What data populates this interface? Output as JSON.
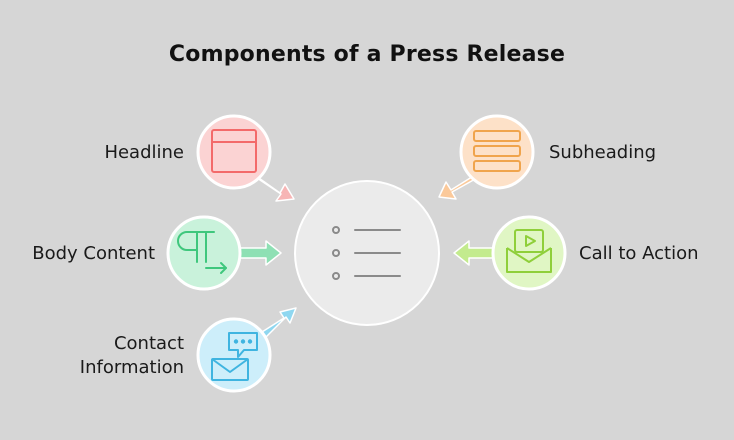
{
  "title": "Components of a Press Release",
  "components": [
    {
      "label": "Headline",
      "icon": "layout-window-icon",
      "color": "#f36a6a",
      "fill": "#fbd3d3"
    },
    {
      "label": "Subheading",
      "icon": "stacked-bars-icon",
      "color": "#f0a44c",
      "fill": "#fde1c8"
    },
    {
      "label": "Body Content",
      "icon": "paragraph-icon",
      "color": "#3fc77d",
      "fill": "#c9f2db"
    },
    {
      "label": "Call to Action",
      "icon": "video-mail-icon",
      "color": "#8fcf3a",
      "fill": "#e0f6c4"
    },
    {
      "label": "Contact Information",
      "icon": "chat-envelope-icon",
      "color": "#3fb4e0",
      "fill": "#cdeefa"
    }
  ],
  "colors": {
    "background": "#d6d6d6",
    "center": "#ebebeb",
    "center_icon": "#8a8a8a"
  }
}
